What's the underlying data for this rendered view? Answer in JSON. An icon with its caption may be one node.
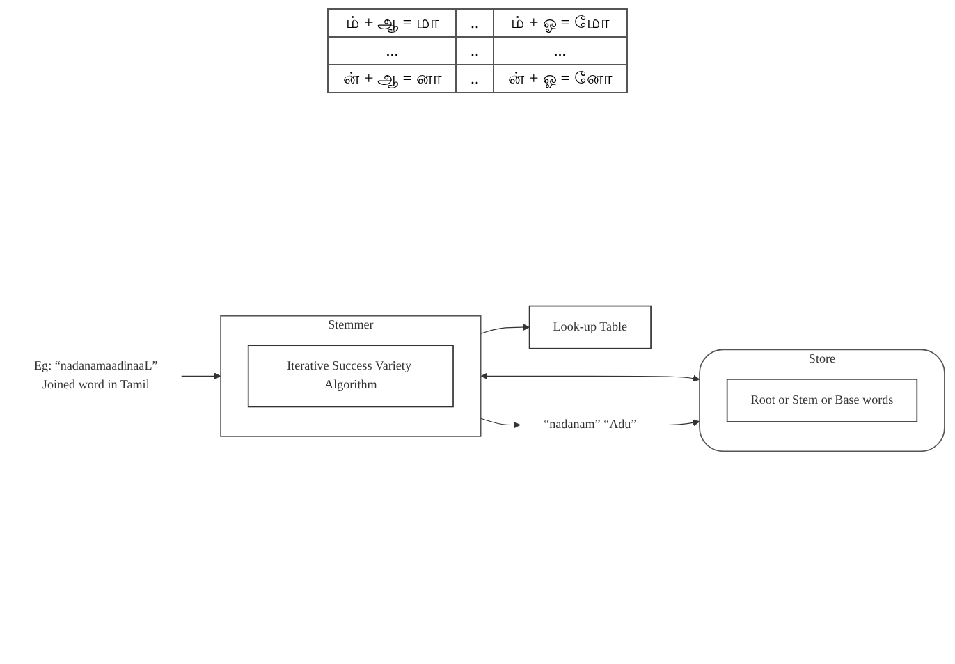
{
  "diagram": {
    "nodes": [
      {
        "text": [
          "Look-up Table"
        ]
      },
      {
        "text": [
          "Stemmer"
        ]
      },
      {
        "text": [
          "Iterative Success Variety Algorithm"
        ],
        "in": 1
      },
      {
        "text": [
          "Store"
        ]
      },
      {
        "text": [
          "Root or Stem or Base words"
        ],
        "in": 3
      },
      {
        "text": [
          "Eg: “nadanamaadinaaL”",
          "Joined word in Tamil"
        ]
      },
      {
        "text": [
          "“nadanam” “Adu”"
        ]
      }
    ],
    "edges": [
      {
        "from": 5,
        "to": 1,
        "arrow": "to"
      },
      {
        "from": 1,
        "to": 0,
        "arrow": "to"
      },
      {
        "from": 1,
        "to": 3,
        "arrow": "both"
      },
      {
        "from": 1,
        "to": 6,
        "arrow": "to"
      },
      {
        "from": 6,
        "to": 3,
        "arrow": "to"
      }
    ],
    "labels": [
      "ம் + ஆ = மா",
      "..",
      "ம் + ஓ = மோ",
      "...",
      "..",
      "...",
      "ன் + ஆ = னா",
      "..",
      "ன் + ஓ = னோ"
    ]
  }
}
